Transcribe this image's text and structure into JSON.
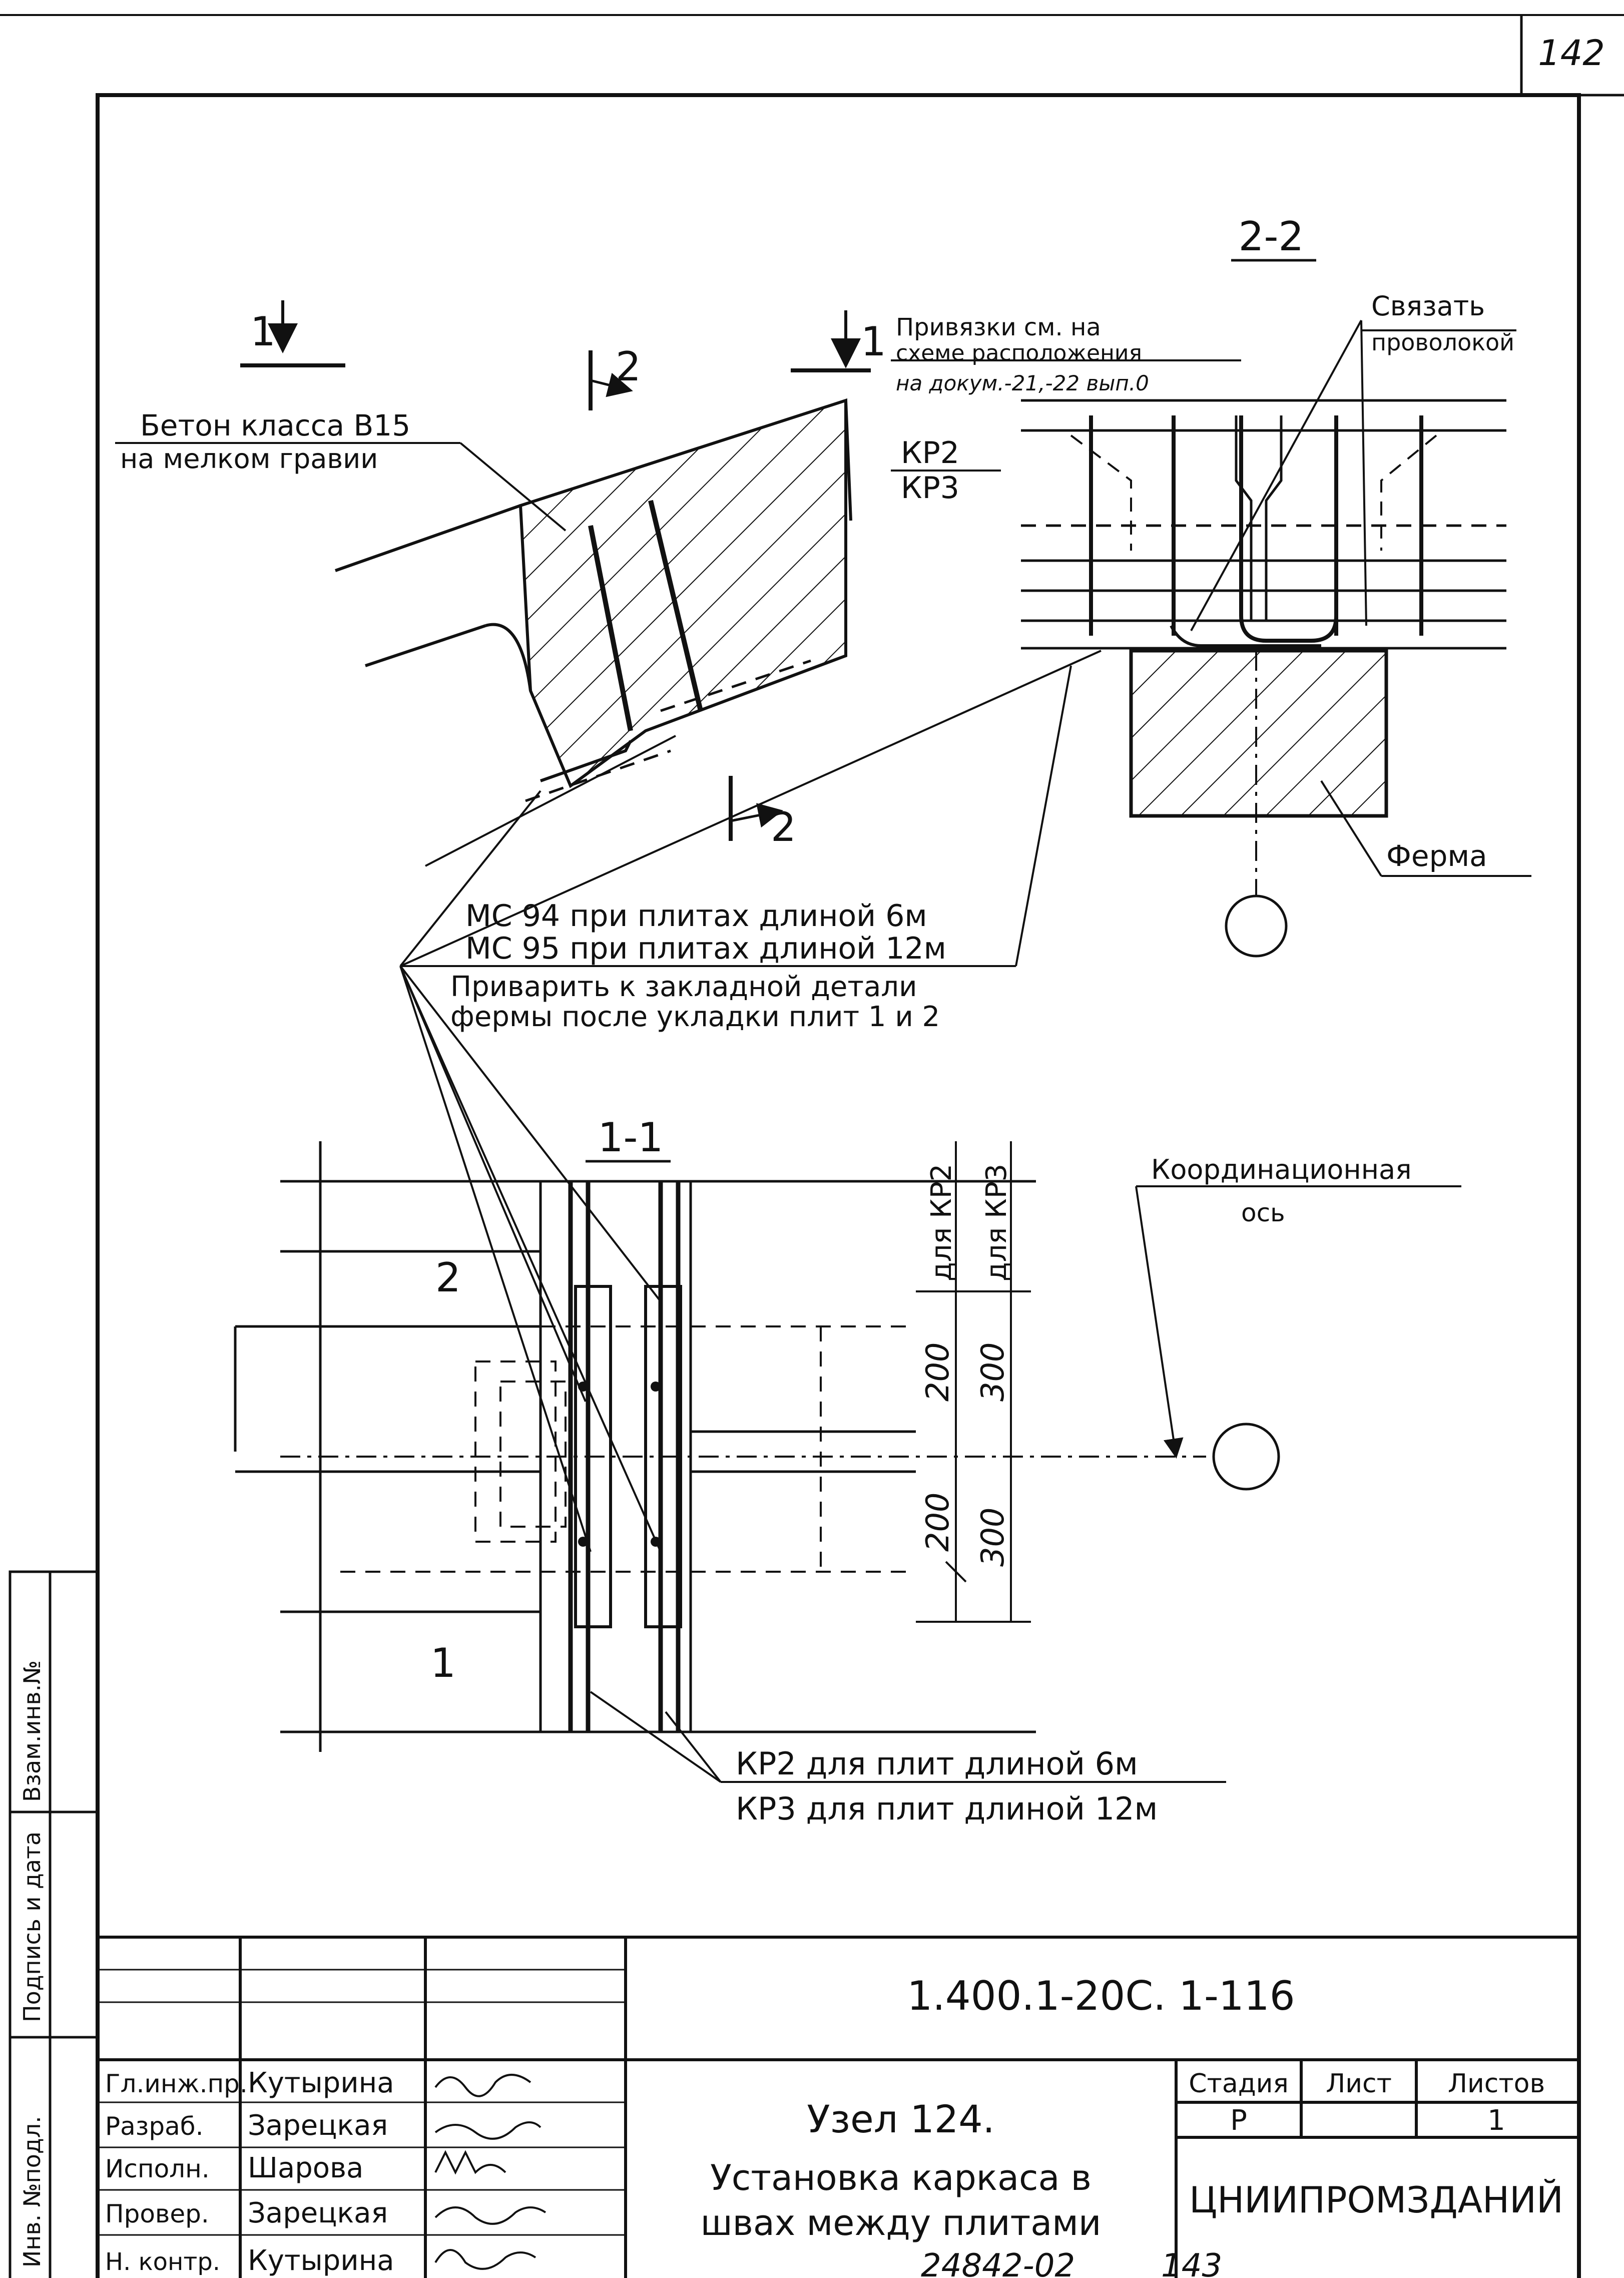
{
  "sheet": {
    "sheet_number": "142",
    "bottom_number": "24842-02",
    "bottom_number2": "143",
    "code": "1.400.1-20С. 1-116"
  },
  "section_2_2": {
    "title": "2-2",
    "tie_note_1": "Связать",
    "tie_note_2": "проволокой",
    "ref_note_1": "Привязки см. на",
    "ref_note_2": "схеме расположения",
    "ref_note_3": "на докум.-21,-22 вып.0",
    "kr2": "КР2",
    "kr3": "КР3",
    "truss": "Ферма"
  },
  "section_main": {
    "cut_left": "1",
    "cut_right": "1",
    "cut_top": "2",
    "cut_bottom": "2",
    "concrete_1": "Бетон класса В15",
    "concrete_2": "на мелком гравии"
  },
  "notes": {
    "mc94": "МС 94 при плитах длиной 6м",
    "mc95": "МС 95 при плитах длиной 12м",
    "weld_1": "Приварить к закладной детали",
    "weld_2": "фермы после укладки плит 1 и 2"
  },
  "section_1_1": {
    "title": "1-1",
    "slab_top": "2",
    "slab_bottom": "1",
    "for_kr2": "для КР2",
    "for_kr3": "для КР3",
    "dim_200_top": "200",
    "dim_300_top": "300",
    "dim_200_bottom": "200",
    "dim_300_bottom": "300",
    "axis_note_1": "Координационная",
    "axis_note_2": "ось",
    "kr2_note": "КР2 для плит длиной 6м",
    "kr3_note": "КР3 для плит длиной 12м"
  },
  "side_stamp": {
    "inv_sub": "Взам.инв.№",
    "sign_date": "Подпись и дата",
    "inv_orig": "Инв. №подл."
  },
  "title_block": {
    "rows": [
      {
        "role": "Гл.инж.пр.",
        "name": "Кутырина"
      },
      {
        "role": "Разраб.",
        "name": "Зарецкая"
      },
      {
        "role": "Исполн.",
        "name": "Шарова"
      },
      {
        "role": "Провер.",
        "name": "Зарецкая"
      },
      {
        "role": "Н. контр.",
        "name": "Кутырина"
      }
    ],
    "title_1": "Узел 124.",
    "title_2": "Установка каркаса в",
    "title_3": "швах между плитами",
    "stage_label": "Стадия",
    "sheet_label": "Лист",
    "sheets_label": "Листов",
    "stage_value": "Р",
    "sheet_value": "",
    "sheets_value": "1",
    "org": "ЦНИИПРОМЗДАНИЙ"
  }
}
